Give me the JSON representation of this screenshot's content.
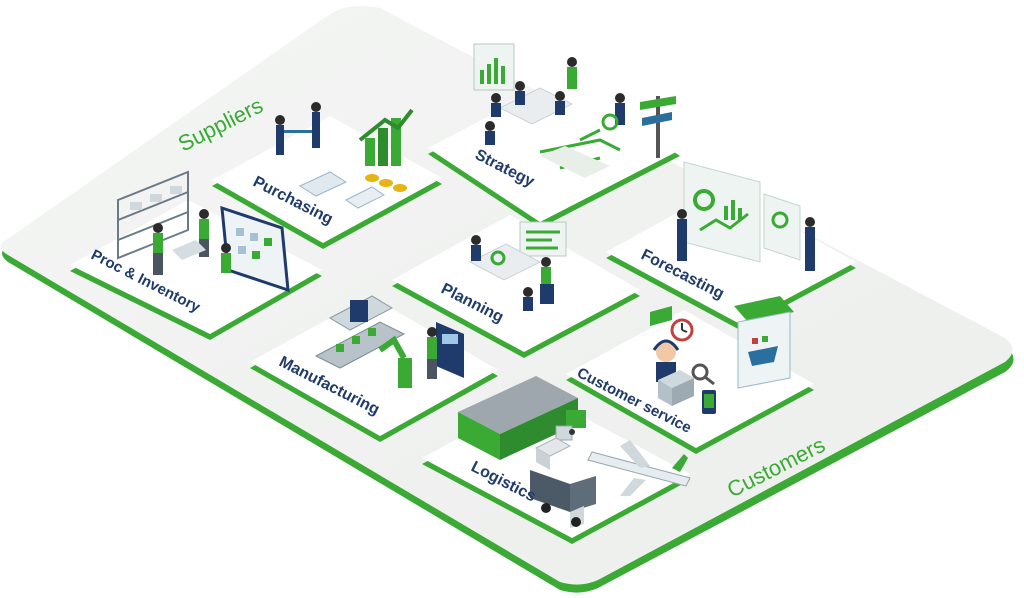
{
  "edge_labels": {
    "top_left": "Suppliers",
    "bottom_right": "Customers"
  },
  "modules": {
    "purchasing": "Purchasing",
    "strategy": "Strategy",
    "proc_inventory": "Proc & Inventory",
    "planning": "Planning",
    "forecasting": "Forecasting",
    "manufacturing": "Manufacturing",
    "customer_service": "Customer service",
    "logistics": "Logistics"
  },
  "colors": {
    "brand_green": "#3aaa35",
    "label_navy": "#1f3b6b",
    "board_fill": "#f2f3f2",
    "tile_fill": "#ffffff"
  }
}
